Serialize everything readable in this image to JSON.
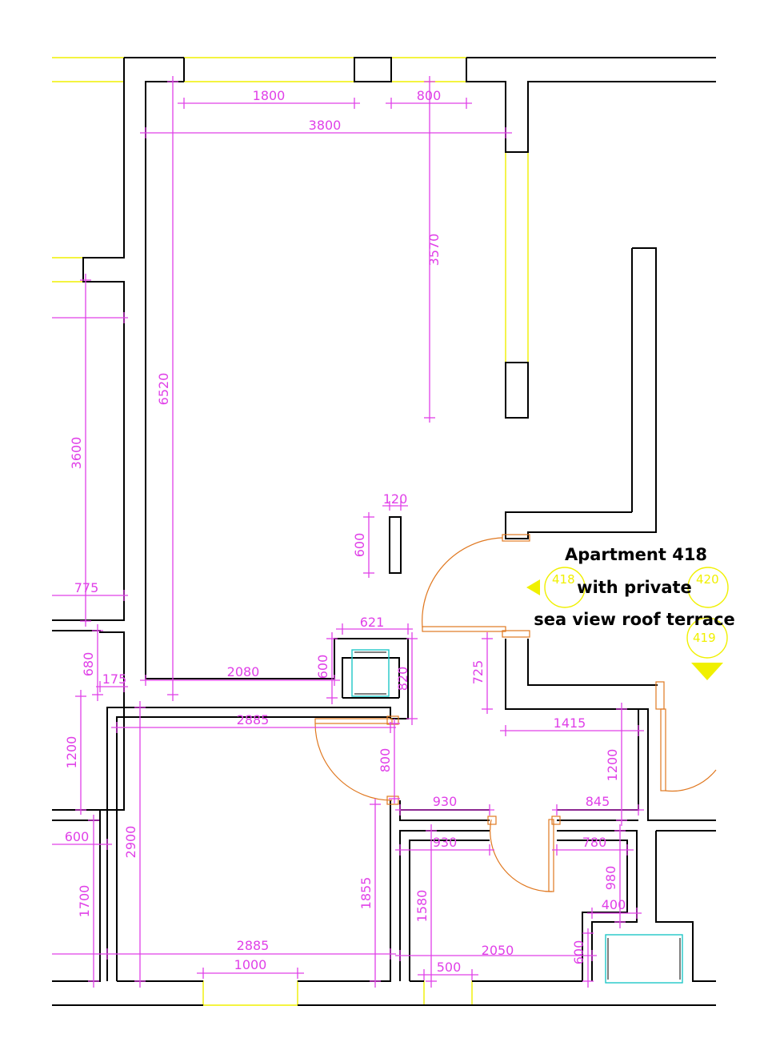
{
  "label": {
    "line1": "Apartment 418",
    "line2": "with private",
    "line3": "sea view roof terrace"
  },
  "room_markers": [
    "418",
    "420",
    "419"
  ],
  "dimensions": {
    "top_1800": "1800",
    "top_800": "800",
    "top_3800": "3800",
    "v_3570": "3570",
    "v_6520": "6520",
    "v_3600": "3600",
    "h_775": "775",
    "col_120": "120",
    "col_600": "600",
    "h_621": "621",
    "v_680": "680",
    "h_175": "175",
    "h_2080": "2080",
    "v_600_a": "600",
    "v_820": "820",
    "v_725": "725",
    "h_2885_a": "2885",
    "h_1415": "1415",
    "v_1200_a": "1200",
    "v_800": "800",
    "v_1200_b": "1200",
    "h_930_a": "930",
    "h_845": "845",
    "v_2900": "2900",
    "h_600_b": "600",
    "h_930_b": "930",
    "h_780": "780",
    "v_1855": "1855",
    "v_1700": "1700",
    "v_1580": "1580",
    "v_980": "980",
    "h_400": "400",
    "h_2885_b": "2885",
    "h_2050": "2050",
    "v_600_c": "600",
    "h_1000": "1000",
    "h_500": "500"
  }
}
